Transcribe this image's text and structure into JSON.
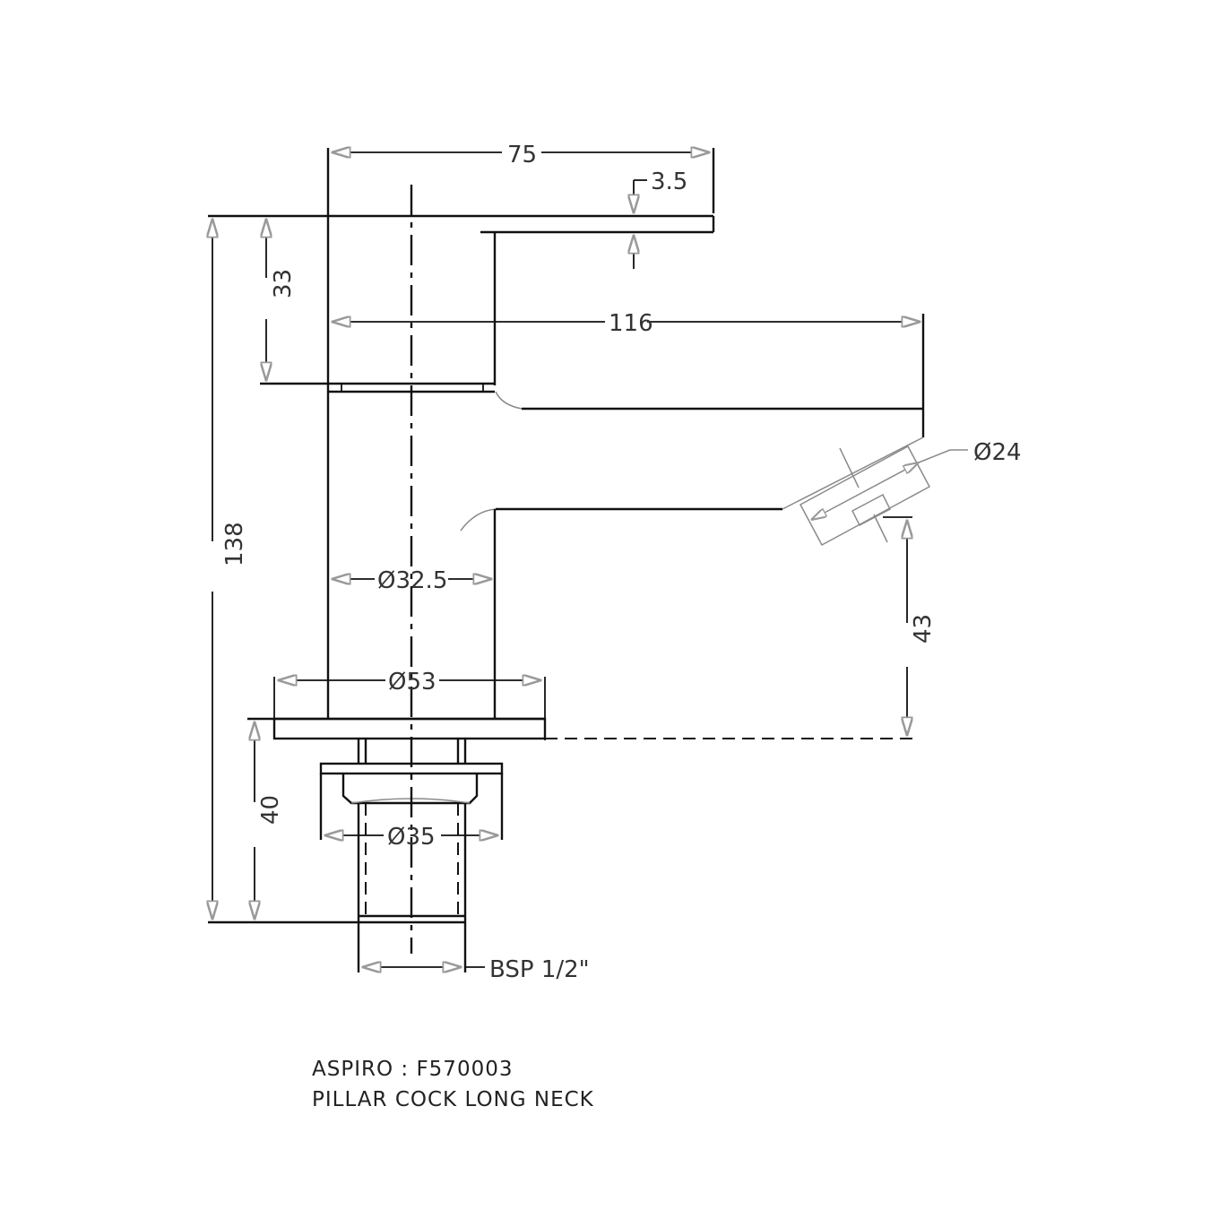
{
  "title_block": {
    "model": "ASPIRO : F570003",
    "description": "PILLAR COCK LONG NECK"
  },
  "dimensions": {
    "overall_width": "75",
    "handle_thickness": "3.5",
    "handle_height": "33",
    "spout_reach": "116",
    "aerator_diameter": "Ø24",
    "overall_height": "138",
    "body_diameter": "Ø32.5",
    "base_diameter": "Ø53",
    "spout_outlet_height": "43",
    "shank_length": "40",
    "nut_diameter": "Ø35",
    "thread": "BSP 1/2\""
  },
  "colors": {
    "line": "#111111",
    "dimension_text": "#333333",
    "background": "#ffffff"
  }
}
